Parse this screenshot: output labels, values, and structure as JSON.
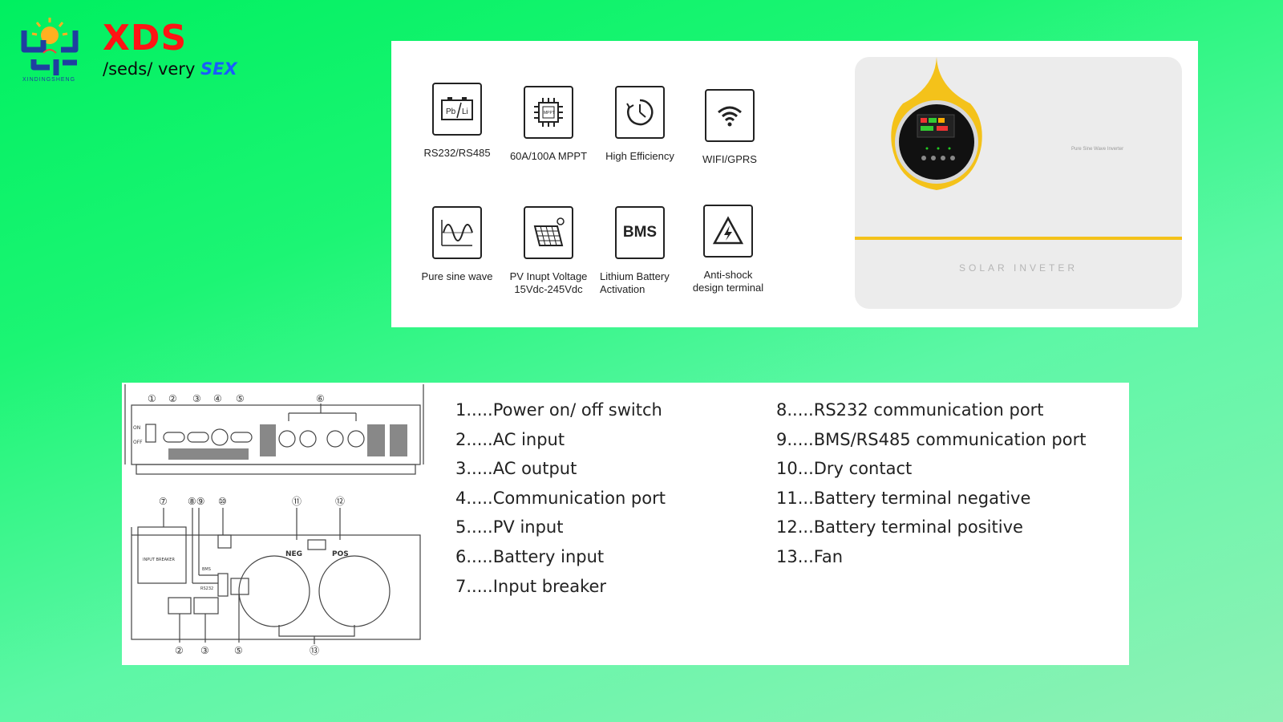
{
  "brand": {
    "name": "XDS",
    "tagline_prefix": "/seds/ very ",
    "tagline_highlight": "SEX",
    "logo_subtext": "XINDINGSHENG",
    "colors": {
      "name": "#ff1414",
      "highlight": "#1a5cff",
      "logo_blue": "#1f3fa0",
      "logo_sun": "#ffb020"
    }
  },
  "features": [
    {
      "icon": "battery-pb-li-icon",
      "label": "RS232/RS485"
    },
    {
      "icon": "mppt-chip-icon",
      "label": "60A/100A MPPT"
    },
    {
      "icon": "clock-efficiency-icon",
      "label": "High   Efficiency"
    },
    {
      "icon": "wifi-icon",
      "label": "WIFI/GPRS"
    },
    {
      "icon": "sine-wave-icon",
      "label": "Pure  sine  wave"
    },
    {
      "icon": "solar-panel-icon",
      "label": "PV  Inupt  Voltage\n15Vdc-245Vdc"
    },
    {
      "icon": "bms-icon",
      "label": "Lithium   Battery\nActivation"
    },
    {
      "icon": "high-voltage-warning-icon",
      "label": "Anti-shock\ndesign    terminal"
    }
  ],
  "bms_text": "BMS",
  "device": {
    "label": "SOLAR  INVETER",
    "model_tag": "Pure Sine Wave Inverter",
    "accent": "#f4c21a"
  },
  "ports": [
    "1.....Power on/ off switch",
    "2.....AC input",
    "3.....AC output",
    "4.....Communication port",
    "5.....PV input",
    "6.....Battery input",
    "7.....Input breaker",
    "8.....RS232 communication port",
    "9.....BMS/RS485 communication port",
    "10...Dry contact",
    "11...Battery terminal negative",
    "12...Battery terminal positive",
    "13...Fan"
  ],
  "diagram": {
    "top_callouts": [
      "①",
      "②",
      "③",
      "④",
      "⑤",
      "⑥"
    ],
    "bottom_top_callouts": [
      "⑦",
      "⑧⑨",
      "⑩",
      "⑪",
      "⑫"
    ],
    "bottom_callouts": [
      "②",
      "③",
      "⑤",
      "⑬"
    ],
    "neg_label": "NEG",
    "pos_label": "POS",
    "breaker_label": "INPUT BREAKER",
    "rs232_label": "RS232",
    "bms_label": "BMS",
    "on_label": "ON",
    "off_label": "OFF"
  }
}
